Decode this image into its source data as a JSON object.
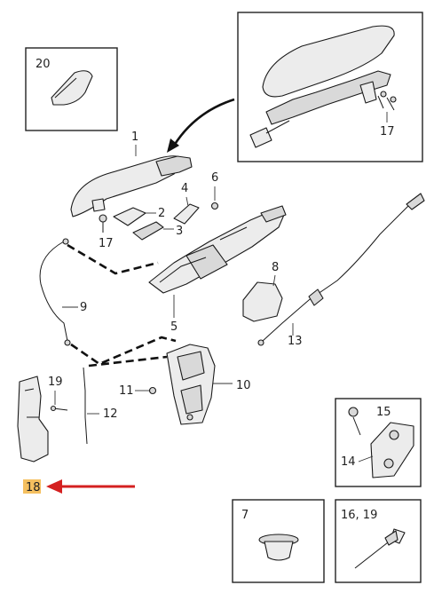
{
  "callouts": {
    "p1": "1",
    "p2": "2",
    "p3": "3",
    "p4": "4",
    "p5": "5",
    "p6": "6",
    "p7": "7",
    "p8": "8",
    "p9": "9",
    "p10": "10",
    "p11": "11",
    "p12": "12",
    "p13": "13",
    "p14": "14",
    "p15": "15",
    "p16_19": "16, 19",
    "p17a": "17",
    "p17b": "17",
    "p18": "18",
    "p19": "19",
    "p20": "20"
  },
  "colors": {
    "highlight": "#f5c060",
    "arrow": "#d42020",
    "line": "#1a1a1a"
  }
}
